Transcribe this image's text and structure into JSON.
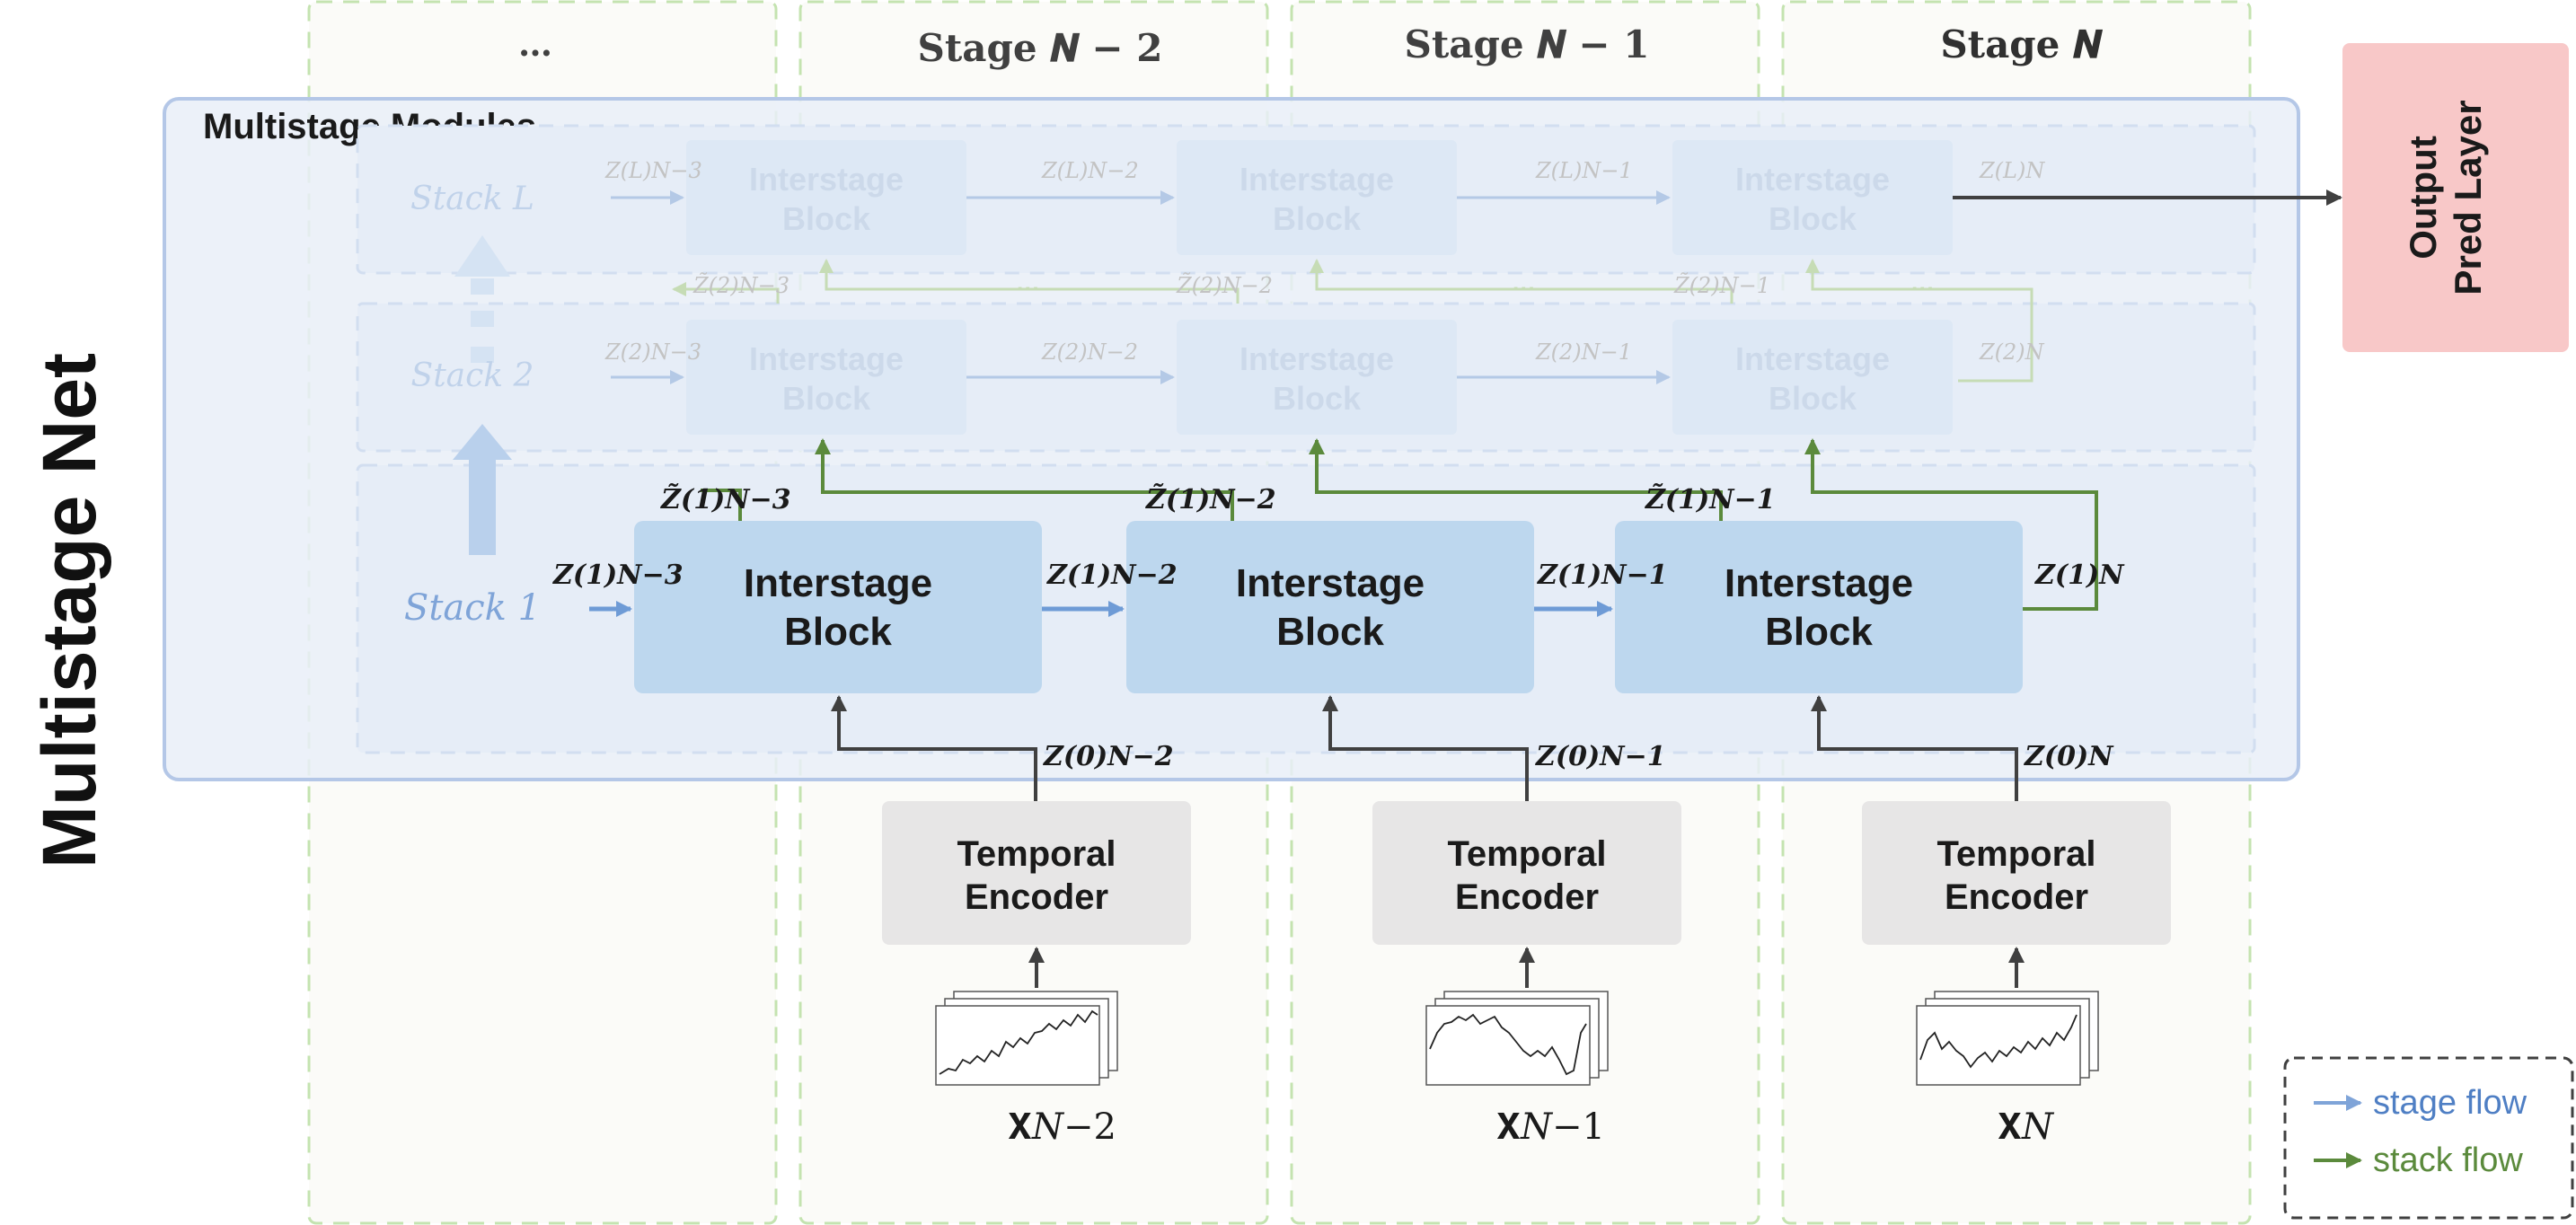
{
  "title": "Multistage Net",
  "modules_label": "Multistage Modules",
  "output_layer": [
    "Output",
    "Pred Layer"
  ],
  "columns": [
    {
      "label": "…"
    },
    {
      "label": "Stage 𝑵 − 𝟐"
    },
    {
      "label": "Stage 𝑵 − 𝟏"
    },
    {
      "label": "Stage 𝑵"
    }
  ],
  "stacks": [
    {
      "label": "Stack 𝐿"
    },
    {
      "label": "Stack 2"
    },
    {
      "label": "Stack 1"
    }
  ],
  "block_label": [
    "Interstage",
    "Block"
  ],
  "encoder_label": [
    "Temporal",
    "Encoder"
  ],
  "inputs": [
    "𝐗𝑁−2",
    "𝐗𝑁−1",
    "𝐗𝑁"
  ],
  "stack1_labels": {
    "z_in": [
      "Z(1)N−3",
      "Z(1)N−2",
      "Z(1)N−1",
      "Z(1)N"
    ],
    "z_tilde": [
      "Z̃(1)N−3",
      "Z̃(1)N−2",
      "Z̃(1)N−1"
    ],
    "z_enc": [
      "Z(0)N−2",
      "Z(0)N−1",
      "Z(0)N"
    ]
  },
  "stack2_labels": {
    "z_in": [
      "Z(2)N−3",
      "Z(2)N−2",
      "Z(2)N−1",
      "Z(2)N"
    ],
    "z_tilde": [
      "Z̃(2)N−3",
      "Z̃(2)N−2",
      "Z̃(2)N−1"
    ]
  },
  "stackL_labels": {
    "z_in": [
      "Z(L)N−3",
      "Z(L)N−2",
      "Z(L)N−1",
      "Z(L)N"
    ]
  },
  "ellipsis": "···",
  "legend": {
    "stage_flow": "stage flow",
    "stack_flow": "stack flow"
  },
  "colors": {
    "stage_flow": "#7fa4d8",
    "stack_flow": "#5b8a3c",
    "block_fill": "#bdd7ee",
    "encoder_fill": "#e7e6e6",
    "output_fill": "#f8c8c8",
    "column_border": "#c4e3b0",
    "modules_border": "#b4c7e7"
  }
}
